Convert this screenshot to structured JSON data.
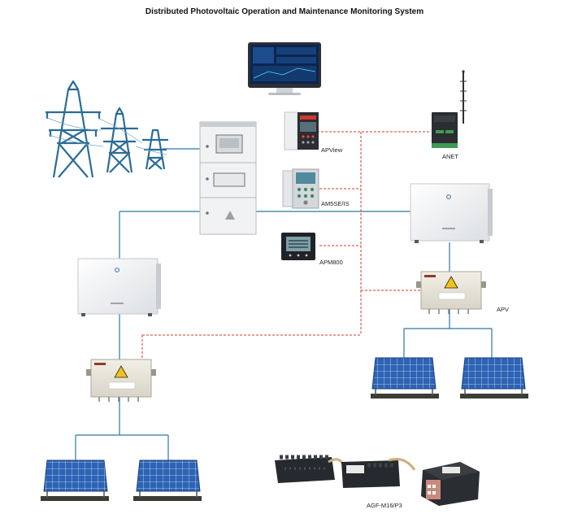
{
  "title": "Distributed Photovoltaic Operation and Maintenance Monitoring System",
  "labels": {
    "apview": "APView",
    "anet": "ANET",
    "am5se": "AM5SE/IS",
    "apm800": "APM800",
    "apv": "APV",
    "agf": "AGF-M16/P3"
  },
  "colors": {
    "ac_line": "#2b78a8",
    "comm_line": "#cf3b2b",
    "pylon": "#2a6d96",
    "solar_panel": "#2d63b4"
  },
  "icons": {
    "power_pylon": "transmission-tower-icon",
    "warning": "high-voltage-warning-icon"
  }
}
